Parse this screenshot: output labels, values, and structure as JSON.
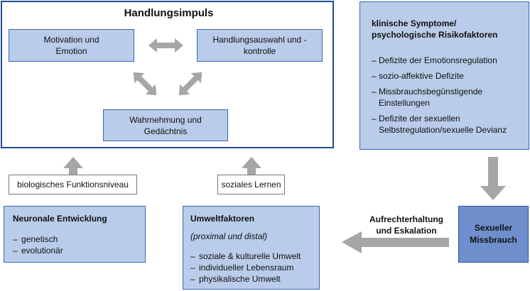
{
  "main": {
    "title": "Handlungsimpuls",
    "motivation": "Motivation und Emotion",
    "auswahl": "Handlungsauswahl und -kontrolle",
    "wahrnehmung": "Wahrnehmung und Gedächtnis"
  },
  "symptoms": {
    "title": "klinische Symptome/ psychologische Risikofaktoren",
    "items": [
      "Defizite der Emotionsregulation",
      "sozio-affektive Defizite",
      "Missbrauchsbegünstigende Einstellungen",
      "Defizite der sexuellen Selbstregulation/sexuelle Devianz"
    ]
  },
  "labels": {
    "biologisch": "biologisches Funktionsniveau",
    "sozial": "soziales Lernen"
  },
  "neuro": {
    "title": "Neuronale Entwicklung",
    "items": [
      "genetisch",
      "evolutionär"
    ]
  },
  "umwelt": {
    "title": "Umweltfaktoren",
    "subtitle": "(proximal und distal)",
    "items": [
      "soziale & kulturelle Umwelt",
      "individueller Lebensraum",
      "physikalische Umwelt"
    ]
  },
  "aufrecht": {
    "line1": "Aufrechterhaltung",
    "line2": "und Eskalation"
  },
  "missbrauch": {
    "line1": "Sexueller",
    "line2": "Missbrauch"
  },
  "colors": {
    "border_blue": "#1f4d96",
    "box_fill": "#b9cce9",
    "dark_fill": "#6e8fcb",
    "arrow_gray": "#a6a6a6"
  }
}
